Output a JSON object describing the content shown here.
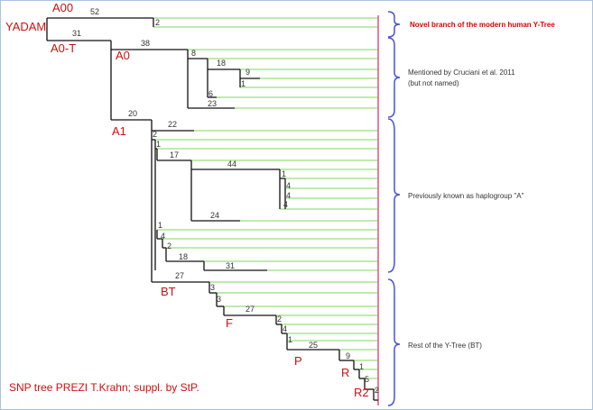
{
  "labels": {
    "yadam": "YADAM",
    "a00": "A00",
    "a0t": "A0-T",
    "a0": "A0",
    "a1": "A1",
    "bt": "BT",
    "f": "F",
    "p": "P",
    "r": "R",
    "r2": "R2"
  },
  "numbers": {
    "n52": "52",
    "n2_top": "2",
    "n31": "31",
    "n38": "38",
    "n8": "8",
    "n18a": "18",
    "n9a": "9",
    "n1a": "1",
    "n6": "6",
    "n23": "23",
    "n20": "20",
    "n22": "22",
    "n2b": "2",
    "n1b": "1",
    "n17": "17",
    "n44": "44",
    "n1c": "1",
    "n4c": "4",
    "n4d": "4",
    "n4e": "4",
    "n24": "24",
    "n1f": "1",
    "n4f": "4",
    "n2g": "2",
    "n18b": "18",
    "n31b": "31",
    "n27a": "27",
    "n3a": "3",
    "n3b": "3",
    "n27b": "27",
    "n2h": "2",
    "n4h": "4",
    "n1h": "1",
    "n25": "25",
    "n9b": "9",
    "n1i": "1",
    "n5": "5",
    "n2i": "2"
  },
  "groups": {
    "novel": "Novel branch of the modern human Y-Tree",
    "cruciani_1": "Mentioned by Cruciani et al. 2011",
    "cruciani_2": "(but not named)",
    "previously": "Previously known as haplogroup \"A\"",
    "rest": "Rest of the Y-Tree (BT)"
  },
  "credit": "SNP tree PREZI T.Krahn; suppl. by StP.",
  "colors": {
    "leaf_line": "#7ed957",
    "tree_line": "#111111",
    "tip_line": "#e8437a",
    "brace": "#4a52d6",
    "label_red": "#cc1111"
  }
}
